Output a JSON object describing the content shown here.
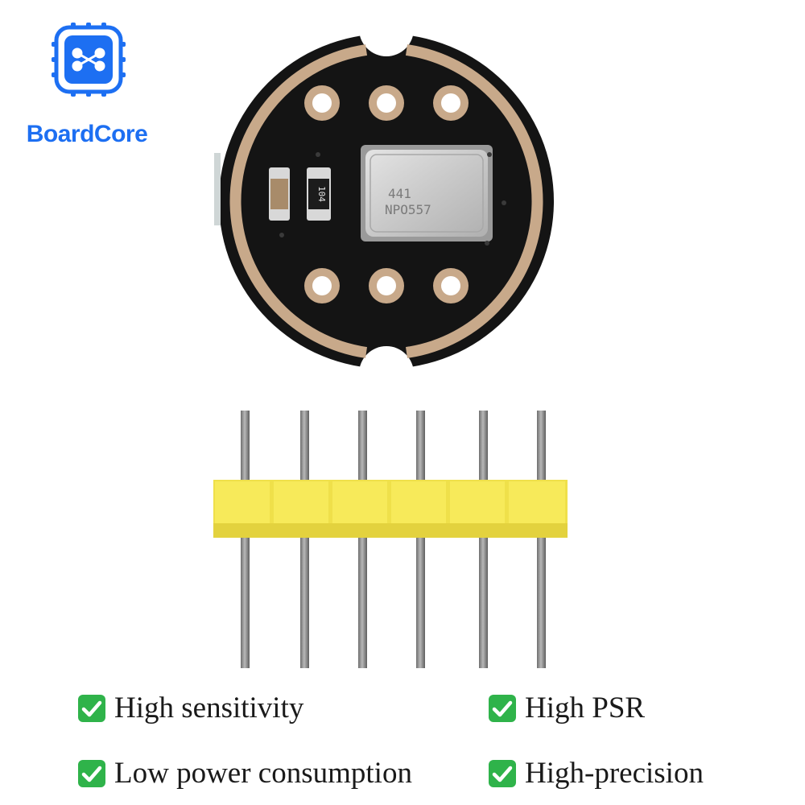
{
  "brand": {
    "name": "BoardCore",
    "icon": "chip-network-icon",
    "color": "#1d6ff2"
  },
  "product": {
    "chip_marking_line1": "441",
    "chip_marking_line2": "NPO557",
    "resistor_marking": "104",
    "header_pin_count": 6
  },
  "features": [
    {
      "label": "High sensitivity",
      "icon": "check-icon"
    },
    {
      "label": "High PSR",
      "icon": "check-icon"
    },
    {
      "label": "Low power consumption",
      "icon": "check-icon"
    },
    {
      "label": "High-precision",
      "icon": "check-icon"
    }
  ],
  "colors": {
    "check_green": "#2fb34a",
    "pcb_black": "#141414",
    "copper_ring": "#c8a98a",
    "header_yellow": "#f2e64d"
  }
}
